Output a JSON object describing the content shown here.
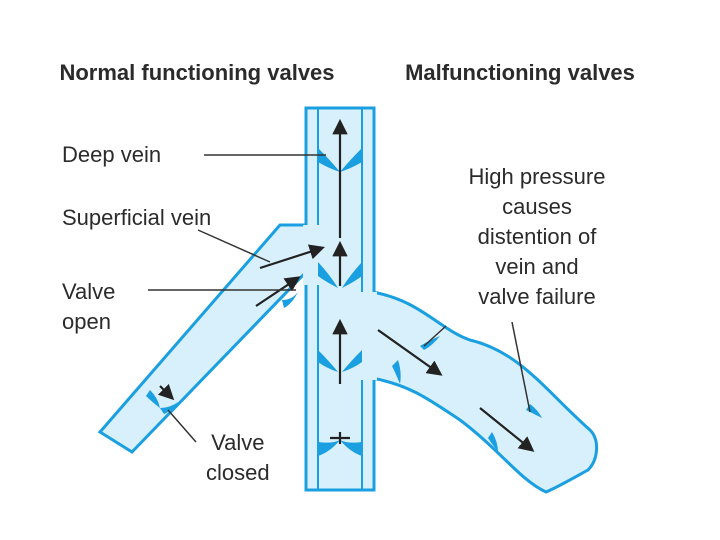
{
  "headings": {
    "normal": "Normal functioning valves",
    "malfunctioning": "Malfunctioning valves"
  },
  "labels": {
    "deep_vein": "Deep vein",
    "superficial_vein": "Superficial vein",
    "valve_open_1": "Valve",
    "valve_open_2": "open",
    "valve_closed_1": "Valve",
    "valve_closed_2": "closed",
    "high_pressure": [
      "High pressure",
      "causes",
      "distention of",
      "vein and",
      "valve failure"
    ]
  },
  "colors": {
    "vein_fill": "#d8f0fb",
    "vein_wall": "#1a9fe0",
    "valve": "#1a9fe0",
    "arrow": "#222222",
    "text": "#2b2b2b"
  }
}
